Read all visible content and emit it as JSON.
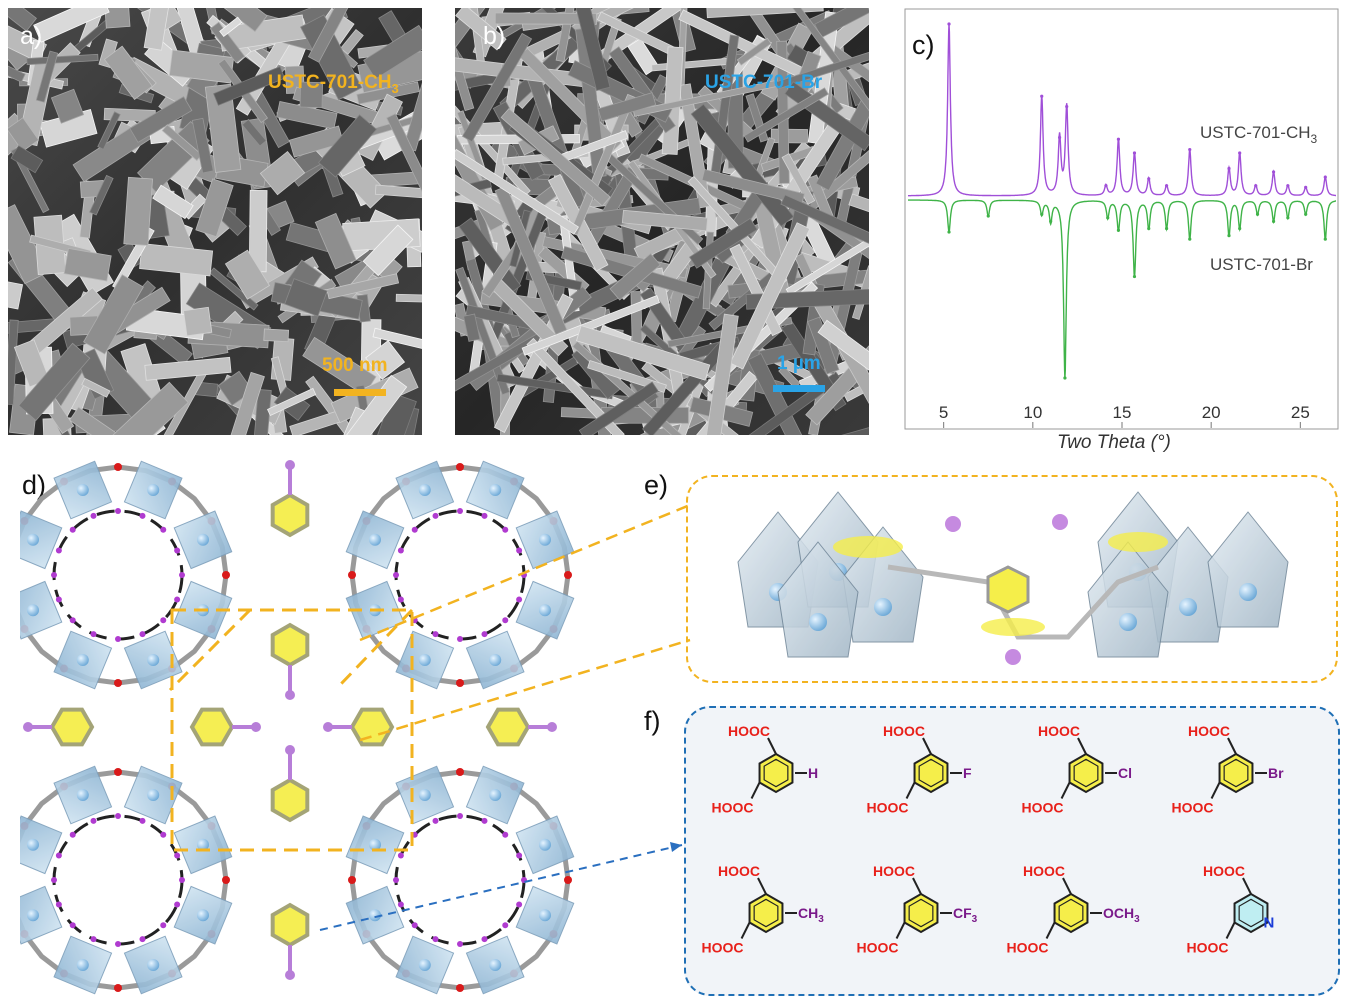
{
  "figure": {
    "panels": {
      "a": {
        "label": "a)",
        "name": "USTC-701-CH",
        "name_sub": "3",
        "scalebar": "500 nm",
        "color": "#f2b320"
      },
      "b": {
        "label": "b)",
        "name": "USTC-701-Br",
        "scalebar": "1 µm",
        "color": "#2aa3e6"
      },
      "c": {
        "label": "c)"
      },
      "d": {
        "label": "d)"
      },
      "e": {
        "label": "e)"
      },
      "f": {
        "label": "f)"
      }
    },
    "linkers": [
      {
        "acid": "HOOC",
        "sub": "H",
        "sub_main": "H",
        "sub_script": ""
      },
      {
        "acid": "HOOC",
        "sub": "F",
        "sub_main": "F",
        "sub_script": ""
      },
      {
        "acid": "HOOC",
        "sub": "Cl",
        "sub_main": "Cl",
        "sub_script": ""
      },
      {
        "acid": "HOOC",
        "sub": "Br",
        "sub_main": "Br",
        "sub_script": ""
      },
      {
        "acid": "HOOC",
        "sub": "CH3",
        "sub_main": "CH",
        "sub_script": "3"
      },
      {
        "acid": "HOOC",
        "sub": "CF3",
        "sub_main": "CF",
        "sub_script": "3"
      },
      {
        "acid": "HOOC",
        "sub": "OCH3",
        "sub_main": "OCH",
        "sub_script": "3"
      },
      {
        "acid": "HOOC",
        "sub": "N",
        "sub_main": "N",
        "sub_script": ""
      }
    ],
    "colors": {
      "panel_e_border": "#f2b320",
      "panel_f_border": "#1f6fb5",
      "acid_red": "#e8201a",
      "sub_purple": "#7a1a8a",
      "ring_yellow": "#f5ee4a",
      "nitrogen_blue": "#1a3cd8"
    }
  },
  "chart_data": {
    "type": "line",
    "xlabel": "Two Theta (°)",
    "ylabel": "",
    "xlim": [
      3,
      27
    ],
    "xticks": [
      5,
      10,
      15,
      20,
      25
    ],
    "grid": false,
    "series": [
      {
        "name": "USTC-701-CH",
        "name_sub": "3",
        "color": "#a04fd8",
        "direction": "up",
        "peaks": [
          {
            "x": 5.3,
            "h": 1.0
          },
          {
            "x": 10.5,
            "h": 0.58
          },
          {
            "x": 11.5,
            "h": 0.34
          },
          {
            "x": 11.9,
            "h": 0.52
          },
          {
            "x": 14.1,
            "h": 0.06
          },
          {
            "x": 14.8,
            "h": 0.33
          },
          {
            "x": 15.7,
            "h": 0.25
          },
          {
            "x": 16.5,
            "h": 0.1
          },
          {
            "x": 17.5,
            "h": 0.06
          },
          {
            "x": 18.8,
            "h": 0.27
          },
          {
            "x": 21.0,
            "h": 0.16
          },
          {
            "x": 21.6,
            "h": 0.25
          },
          {
            "x": 22.5,
            "h": 0.06
          },
          {
            "x": 23.5,
            "h": 0.14
          },
          {
            "x": 24.3,
            "h": 0.06
          },
          {
            "x": 25.3,
            "h": 0.05
          },
          {
            "x": 26.4,
            "h": 0.11
          }
        ]
      },
      {
        "name": "USTC-701-Br",
        "color": "#3fb348",
        "direction": "down",
        "peaks": [
          {
            "x": 5.3,
            "h": 0.18
          },
          {
            "x": 7.5,
            "h": 0.09
          },
          {
            "x": 10.5,
            "h": 0.08
          },
          {
            "x": 11.0,
            "h": 0.12
          },
          {
            "x": 11.8,
            "h": 1.0
          },
          {
            "x": 14.2,
            "h": 0.1
          },
          {
            "x": 14.8,
            "h": 0.17
          },
          {
            "x": 15.7,
            "h": 0.43
          },
          {
            "x": 16.5,
            "h": 0.16
          },
          {
            "x": 17.5,
            "h": 0.16
          },
          {
            "x": 18.8,
            "h": 0.22
          },
          {
            "x": 21.0,
            "h": 0.2
          },
          {
            "x": 21.6,
            "h": 0.16
          },
          {
            "x": 22.6,
            "h": 0.08
          },
          {
            "x": 23.5,
            "h": 0.12
          },
          {
            "x": 24.3,
            "h": 0.1
          },
          {
            "x": 25.3,
            "h": 0.08
          },
          {
            "x": 26.4,
            "h": 0.22
          }
        ]
      }
    ]
  }
}
